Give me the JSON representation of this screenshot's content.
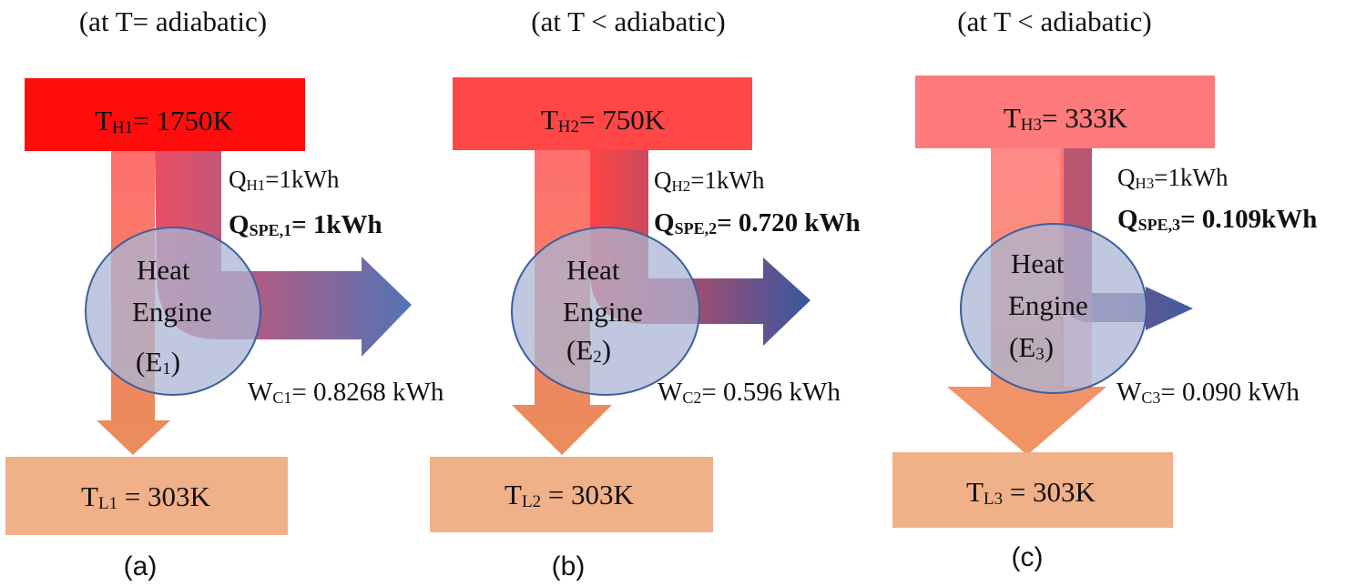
{
  "panels": [
    {
      "condition": "(at T= adiabatic)",
      "hot": {
        "symbol": "T",
        "sub": "H1",
        "rest": "= 1750K"
      },
      "qh": {
        "symbol": "Q",
        "sub": "H1",
        "rest": "=1kWh"
      },
      "qspe": {
        "symbol": "Q",
        "sub": "SPE,1",
        "rest": "= 1kWh"
      },
      "engine": {
        "line1": "Heat",
        "line2": "Engine",
        "open": "(E",
        "sub": "1",
        "close": ")"
      },
      "wc": {
        "symbol": "W",
        "sub": "C1",
        "rest": "= 0.8268 kWh"
      },
      "cold": {
        "symbol": "T",
        "sub": "L1",
        "rest": " = 303K"
      },
      "label": "(a)",
      "hot_color": "#ff0d0d",
      "cold_color": "#f0b088"
    },
    {
      "condition": "(at T < adiabatic)",
      "hot": {
        "symbol": "T",
        "sub": "H2",
        "rest": "= 750K"
      },
      "qh": {
        "symbol": "Q",
        "sub": "H2",
        "rest": "=1kWh"
      },
      "qspe": {
        "symbol": "Q",
        "sub": "SPE,2",
        "rest": "= 0.720 kWh"
      },
      "engine": {
        "line1": "Heat",
        "line2": "Engine",
        "open": "(E",
        "sub": "2",
        "close": ")"
      },
      "wc": {
        "symbol": "W",
        "sub": "C2",
        "rest": "= 0.596 kWh"
      },
      "cold": {
        "symbol": "T",
        "sub": "L2",
        "rest": " = 303K"
      },
      "label": "(b)",
      "hot_color": "#ff4747",
      "cold_color": "#f0b088"
    },
    {
      "condition": "(at T < adiabatic)",
      "hot": {
        "symbol": "T",
        "sub": "H3",
        "rest": "= 333K"
      },
      "qh": {
        "symbol": "Q",
        "sub": "H3",
        "rest": "=1kWh"
      },
      "qspe": {
        "symbol": "Q",
        "sub": "SPE,3",
        "rest": "= 0.109kWh"
      },
      "engine": {
        "line1": "Heat",
        "line2": "Engine",
        "open": "(E",
        "sub": "3",
        "close": ")"
      },
      "wc": {
        "symbol": "W",
        "sub": "C3",
        "rest": "= 0.090 kWh"
      },
      "cold": {
        "symbol": "T",
        "sub": "L3",
        "rest": " = 303K"
      },
      "label": "(c)",
      "hot_color": "#ff7a7a",
      "cold_color": "#f0b088"
    }
  ],
  "colors": {
    "engine_fill": "#a9b6d4",
    "engine_stroke": "#3e5f9c",
    "work_arrow_end": "#3a5da8",
    "heat_stream": "#ff5f5f",
    "cold_arrow_end": "#e68a55"
  }
}
